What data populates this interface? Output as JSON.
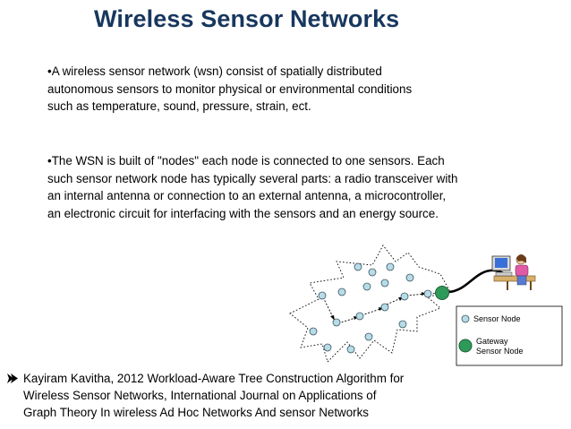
{
  "slide": {
    "title": "Wireless Sensor Networks",
    "paragraphs": [
      {
        "lines": [
          "•A wireless sensor network (wsn) consist of spatially distributed",
          "autonomous sensors to monitor physical or environmental conditions",
          "such as temperature, sound, pressure, strain, ect."
        ]
      },
      {
        "lines": [
          "•The WSN is built of \"nodes\" each node is connected to one sensors. Each",
          "such sensor network node has typically several parts: a radio transceiver with",
          "an internal antenna or connection to an external antenna, a microcontroller,",
          "an electronic circuit for interfacing with the sensors and an energy source."
        ]
      }
    ],
    "diagram": {
      "legend": {
        "sensor_node": "Sensor Node",
        "gateway_line1": "Gateway",
        "gateway_line2": "Sensor Node"
      },
      "colors": {
        "sensor_node": "#b8dce6",
        "gateway_node": "#2e9a5a",
        "boundary": "#000000"
      },
      "icons": [
        "computer-user-icon",
        "sensor-node-icon",
        "gateway-node-icon"
      ]
    },
    "reference": {
      "bullet_icon": "arrow-bullet-icon",
      "lines": [
        "Kayiram Kavitha, 2012  Workload-Aware Tree Construction Algorithm for",
        "Wireless Sensor Networks, International Journal on Applications of",
        "Graph Theory In wireless Ad Hoc Networks And sensor Networks"
      ]
    }
  }
}
